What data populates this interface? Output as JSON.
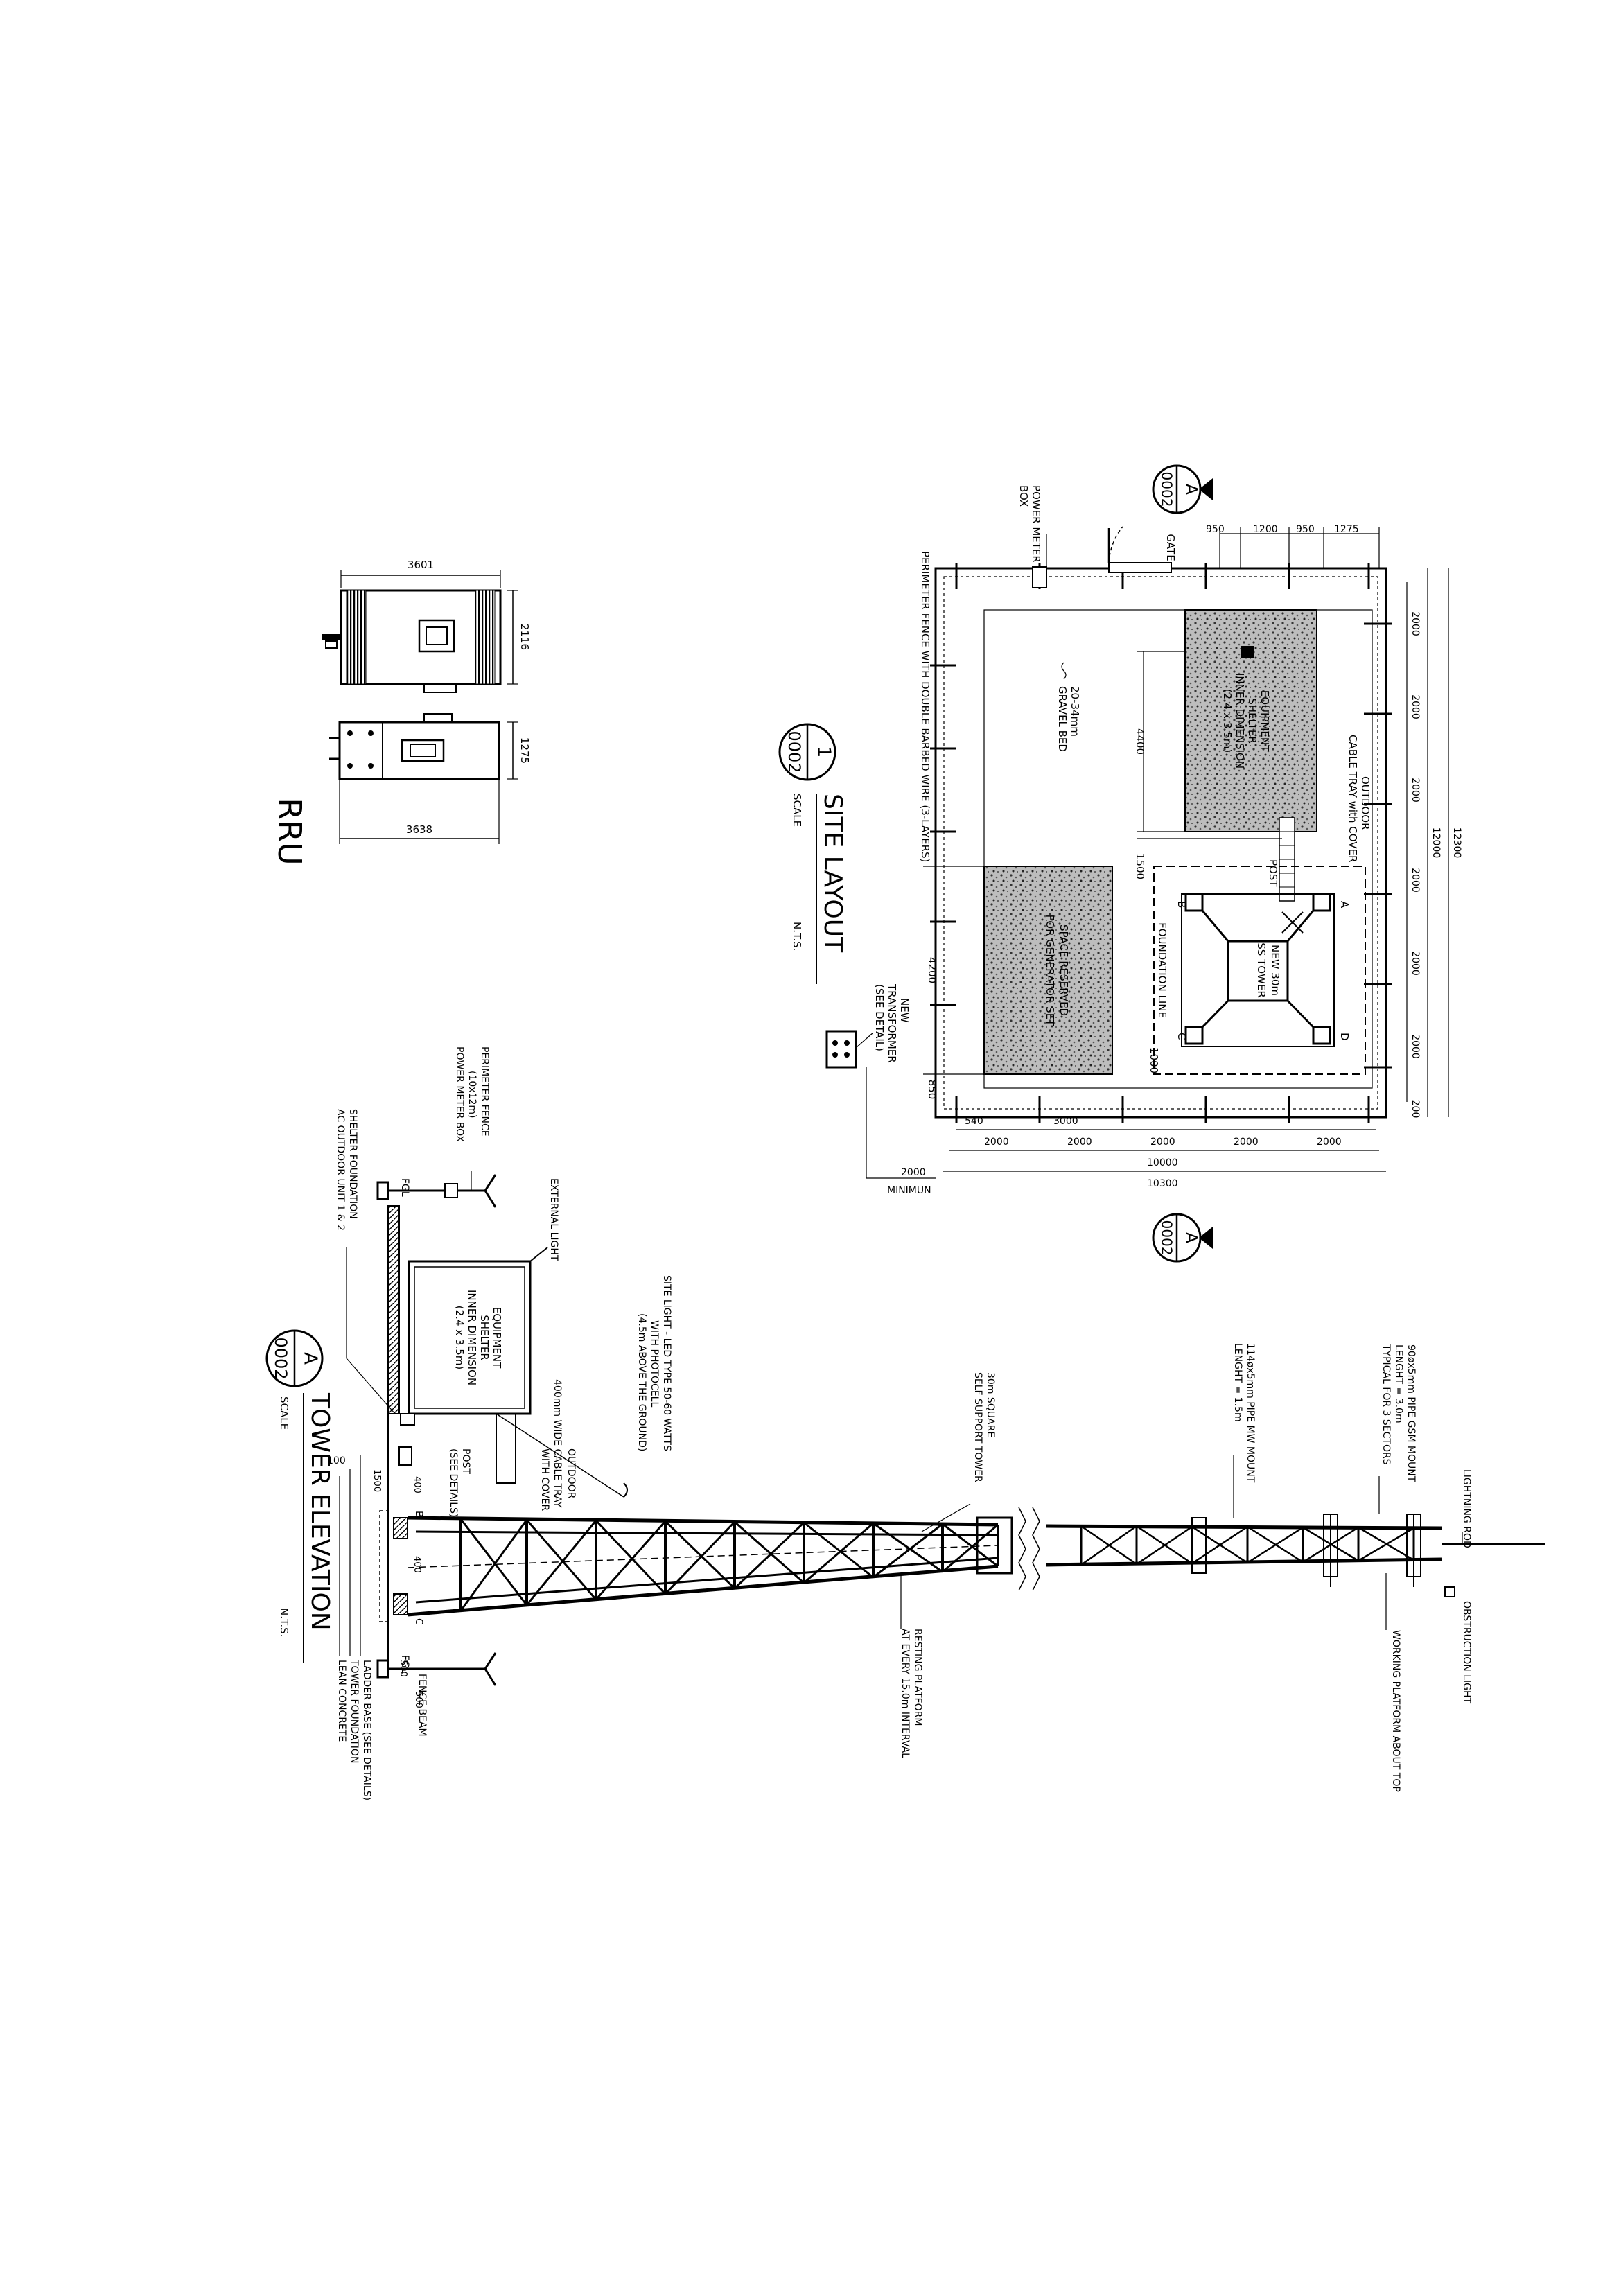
{
  "rru": {
    "title": "RRU",
    "dim_top_left": "3601",
    "dim_side_left": "2116",
    "dim_top_right": "1275",
    "dim_bottom_right": "3638"
  },
  "site_layout": {
    "section_symbol_top": "A",
    "section_symbol_bottom": "0002",
    "title": "SITE LAYOUT",
    "scale_label": "SCALE",
    "scale_value": "N.T.S.",
    "title_symbol_top": "1",
    "title_symbol_bottom": "0002",
    "labels": {
      "power_meter_box_1": "POWER METER",
      "power_meter_box_2": "BOX",
      "gate": "GATE",
      "perimeter_fence": "PERIMETER FENCE WITH DOUBLE BARBED WIRE (3-LAYERS)",
      "gravel_bed_1": "20-34mm",
      "gravel_bed_2": "GRAVEL BED",
      "shelter_1": "EQUIPMENT",
      "shelter_2": "SHELTER",
      "shelter_3": "INNER DIMENSION",
      "shelter_4": "(2.4 x 3.5m)",
      "cable_tray_1": "OUTDOOR",
      "cable_tray_2": "CABLE TRAY with COVER",
      "post": "POST",
      "tower_1": "NEW 30m",
      "tower_2": "SS TOWER",
      "foundation_line": "FOUNDATION LINE",
      "generator_1": "SPACE RESERVED",
      "generator_2": "FOR GENERATOR SET",
      "transformer_1": "NEW",
      "transformer_2": "TRANSFORMER",
      "transformer_3": "(SEE DETAIL)",
      "corner_a": "A",
      "corner_b": "B",
      "corner_c": "C",
      "corner_d": "D"
    },
    "dims": {
      "top_950a": "950",
      "top_1200": "1200",
      "top_950b": "950",
      "top_1275": "1275",
      "right_2000": "2000",
      "right_total_12000": "12000",
      "right_total_12300": "12300",
      "right_200": "200",
      "inner_4400": "4400",
      "inner_1500": "1500",
      "inner_4200": "4200",
      "inner_1000": "1000",
      "inner_850": "850",
      "bottom_540": "540",
      "bottom_3000": "3000",
      "bottom_2000": "2000",
      "bottom_total_10000": "10000",
      "bottom_total_10300": "10300",
      "minimum_value": "2000",
      "minimum_label": "MINIMUN"
    }
  },
  "tower_elevation": {
    "title": "TOWER ELEVATION",
    "scale_label": "SCALE",
    "scale_value": "N.T.S.",
    "title_symbol_top": "A",
    "title_symbol_bottom": "0002",
    "labels": {
      "lightning_rod": "LIGHTNING ROD",
      "obstruction_light": "OBSTRUCTION LIGHT",
      "working_platform": "WORKING PLATFORM ABOUT TOP",
      "gsm_mount_1": "90øx5mm PIPE GSM MOUNT",
      "gsm_mount_2": "LENGHT = 3.0m",
      "gsm_mount_3": "TYPICAL FOR 3 SECTORS",
      "mw_mount_1": "114øx5mm PIPE MW MOUNT",
      "mw_mount_2": "LENGHT = 1.5m",
      "tower_type_1": "30m SQUARE",
      "tower_type_2": "SELF SUPPORT TOWER",
      "resting_platform_1": "RESTING PLATFORM",
      "resting_platform_2": "AT EVERY 15.0m INTERVAL",
      "site_light_1": "SITE LIGHT - LED TYPE 50-60 WATTS",
      "site_light_2": "WITH PHOTOCELL",
      "site_light_3": "(4.5m ABOVE THE GROUND)",
      "cable_tray_1": "OUTDOOR",
      "cable_tray_2": "400mm WIDE CABLE TRAY",
      "cable_tray_3": "WITH COVER",
      "post_1": "POST",
      "post_2": "(SEE DETAILS)",
      "shelter_1": "EQUIPMENT",
      "shelter_2": "SHELTER",
      "shelter_3": "INNER DIMENSION",
      "shelter_4": "(2.4 x 3.5m)",
      "external_light": "EXTERNAL LIGHT",
      "perimeter_fence_1": "PERIMETER FENCE",
      "perimeter_fence_2": "(10x12m)",
      "power_meter_box": "POWER METER BOX",
      "shelter_foundation": "SHELTER FOUNDATION",
      "ac_outdoor": "AC OUTDOOR UNIT 1 & 2",
      "fgl_left": "FGL",
      "fgl_right": "FGL",
      "fence_beam": "FENCE BEAM",
      "ladder_base": "LADDER BASE (SEE DETAILS)",
      "tower_foundation": "TOWER FOUNDATION",
      "lean_concrete": "LEAN CONCRETE",
      "corner_b": "B",
      "corner_c": "C"
    },
    "dims": {
      "d100": "100",
      "d1500": "1500",
      "d400a": "400",
      "d400b": "400",
      "d500a": "500",
      "d500b": "500"
    }
  }
}
